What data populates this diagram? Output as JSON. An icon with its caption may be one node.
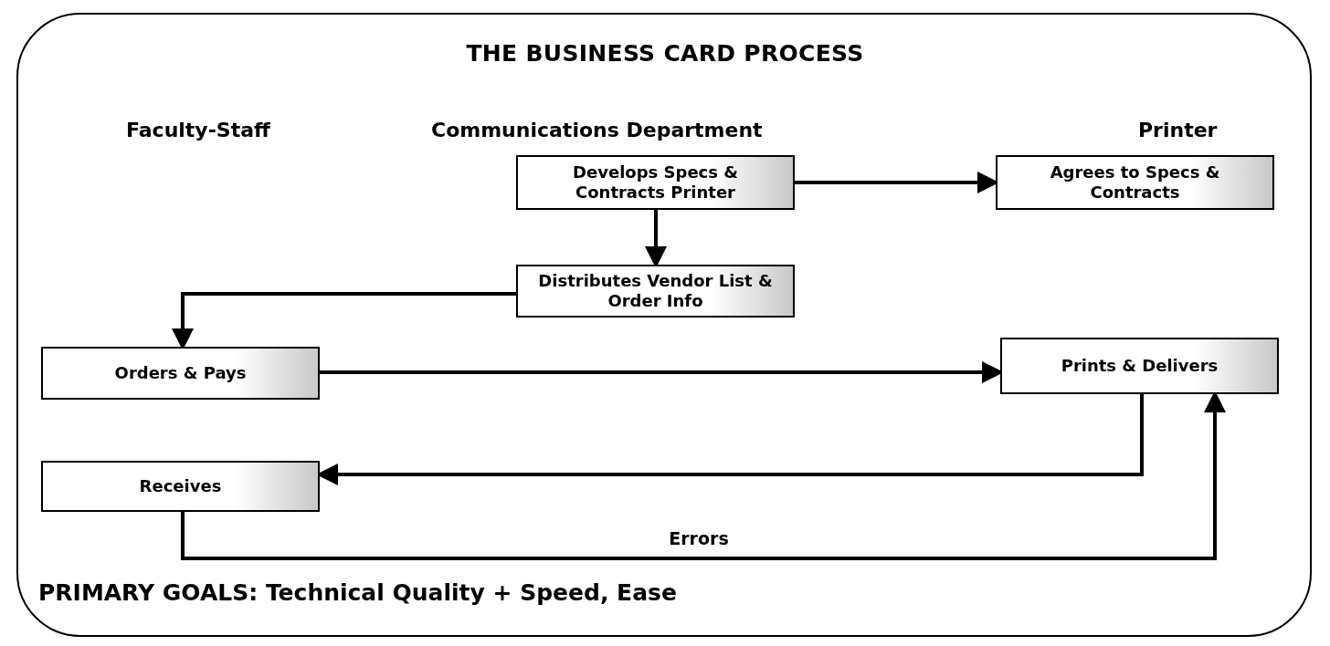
{
  "diagram": {
    "title": "THE BUSINESS CARD PROCESS",
    "nodes": [
      {
        "text": [
          "Develops Specs & Contracts Printer"
        ]
      },
      {
        "text": [
          "Agrees to Specs & Contracts"
        ]
      },
      {
        "text": [
          "Distributes Vendor List & Order Info"
        ]
      },
      {
        "text": [
          "Orders & Pays"
        ]
      },
      {
        "text": [
          "Prints & Delivers"
        ]
      },
      {
        "text": [
          "Receives"
        ]
      }
    ],
    "edges": [
      {
        "from": 0,
        "to": 1,
        "arrow": "to"
      },
      {
        "from": 0,
        "to": 2,
        "arrow": "to"
      },
      {
        "from": 2,
        "to": 3,
        "arrow": "to"
      },
      {
        "from": 3,
        "to": 4,
        "arrow": "to"
      },
      {
        "from": 4,
        "to": 5,
        "arrow": "to"
      },
      {
        "from": 5,
        "to": 4,
        "arrow": "to",
        "label": "Errors"
      }
    ],
    "labels": [
      "Faculty-Staff",
      "Communications Department",
      "Printer",
      "PRIMARY GOALS: Technical Quality + Speed, Ease"
    ]
  }
}
